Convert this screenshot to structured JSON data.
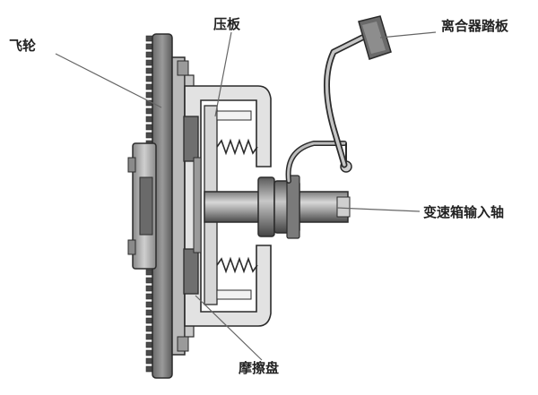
{
  "labels": {
    "flywheel": "飞轮",
    "pressure_plate": "压板",
    "clutch_pedal": "离合器踏板",
    "gearbox_input_shaft": "变速箱输入轴",
    "friction_disc": "摩擦盘"
  },
  "colors": {
    "background": "#ffffff",
    "outline": "#2b2b2b",
    "metal_light": "#d4d4d4",
    "metal_mid": "#a0a0a0",
    "metal_dark": "#555555",
    "leader_line": "#666666"
  }
}
